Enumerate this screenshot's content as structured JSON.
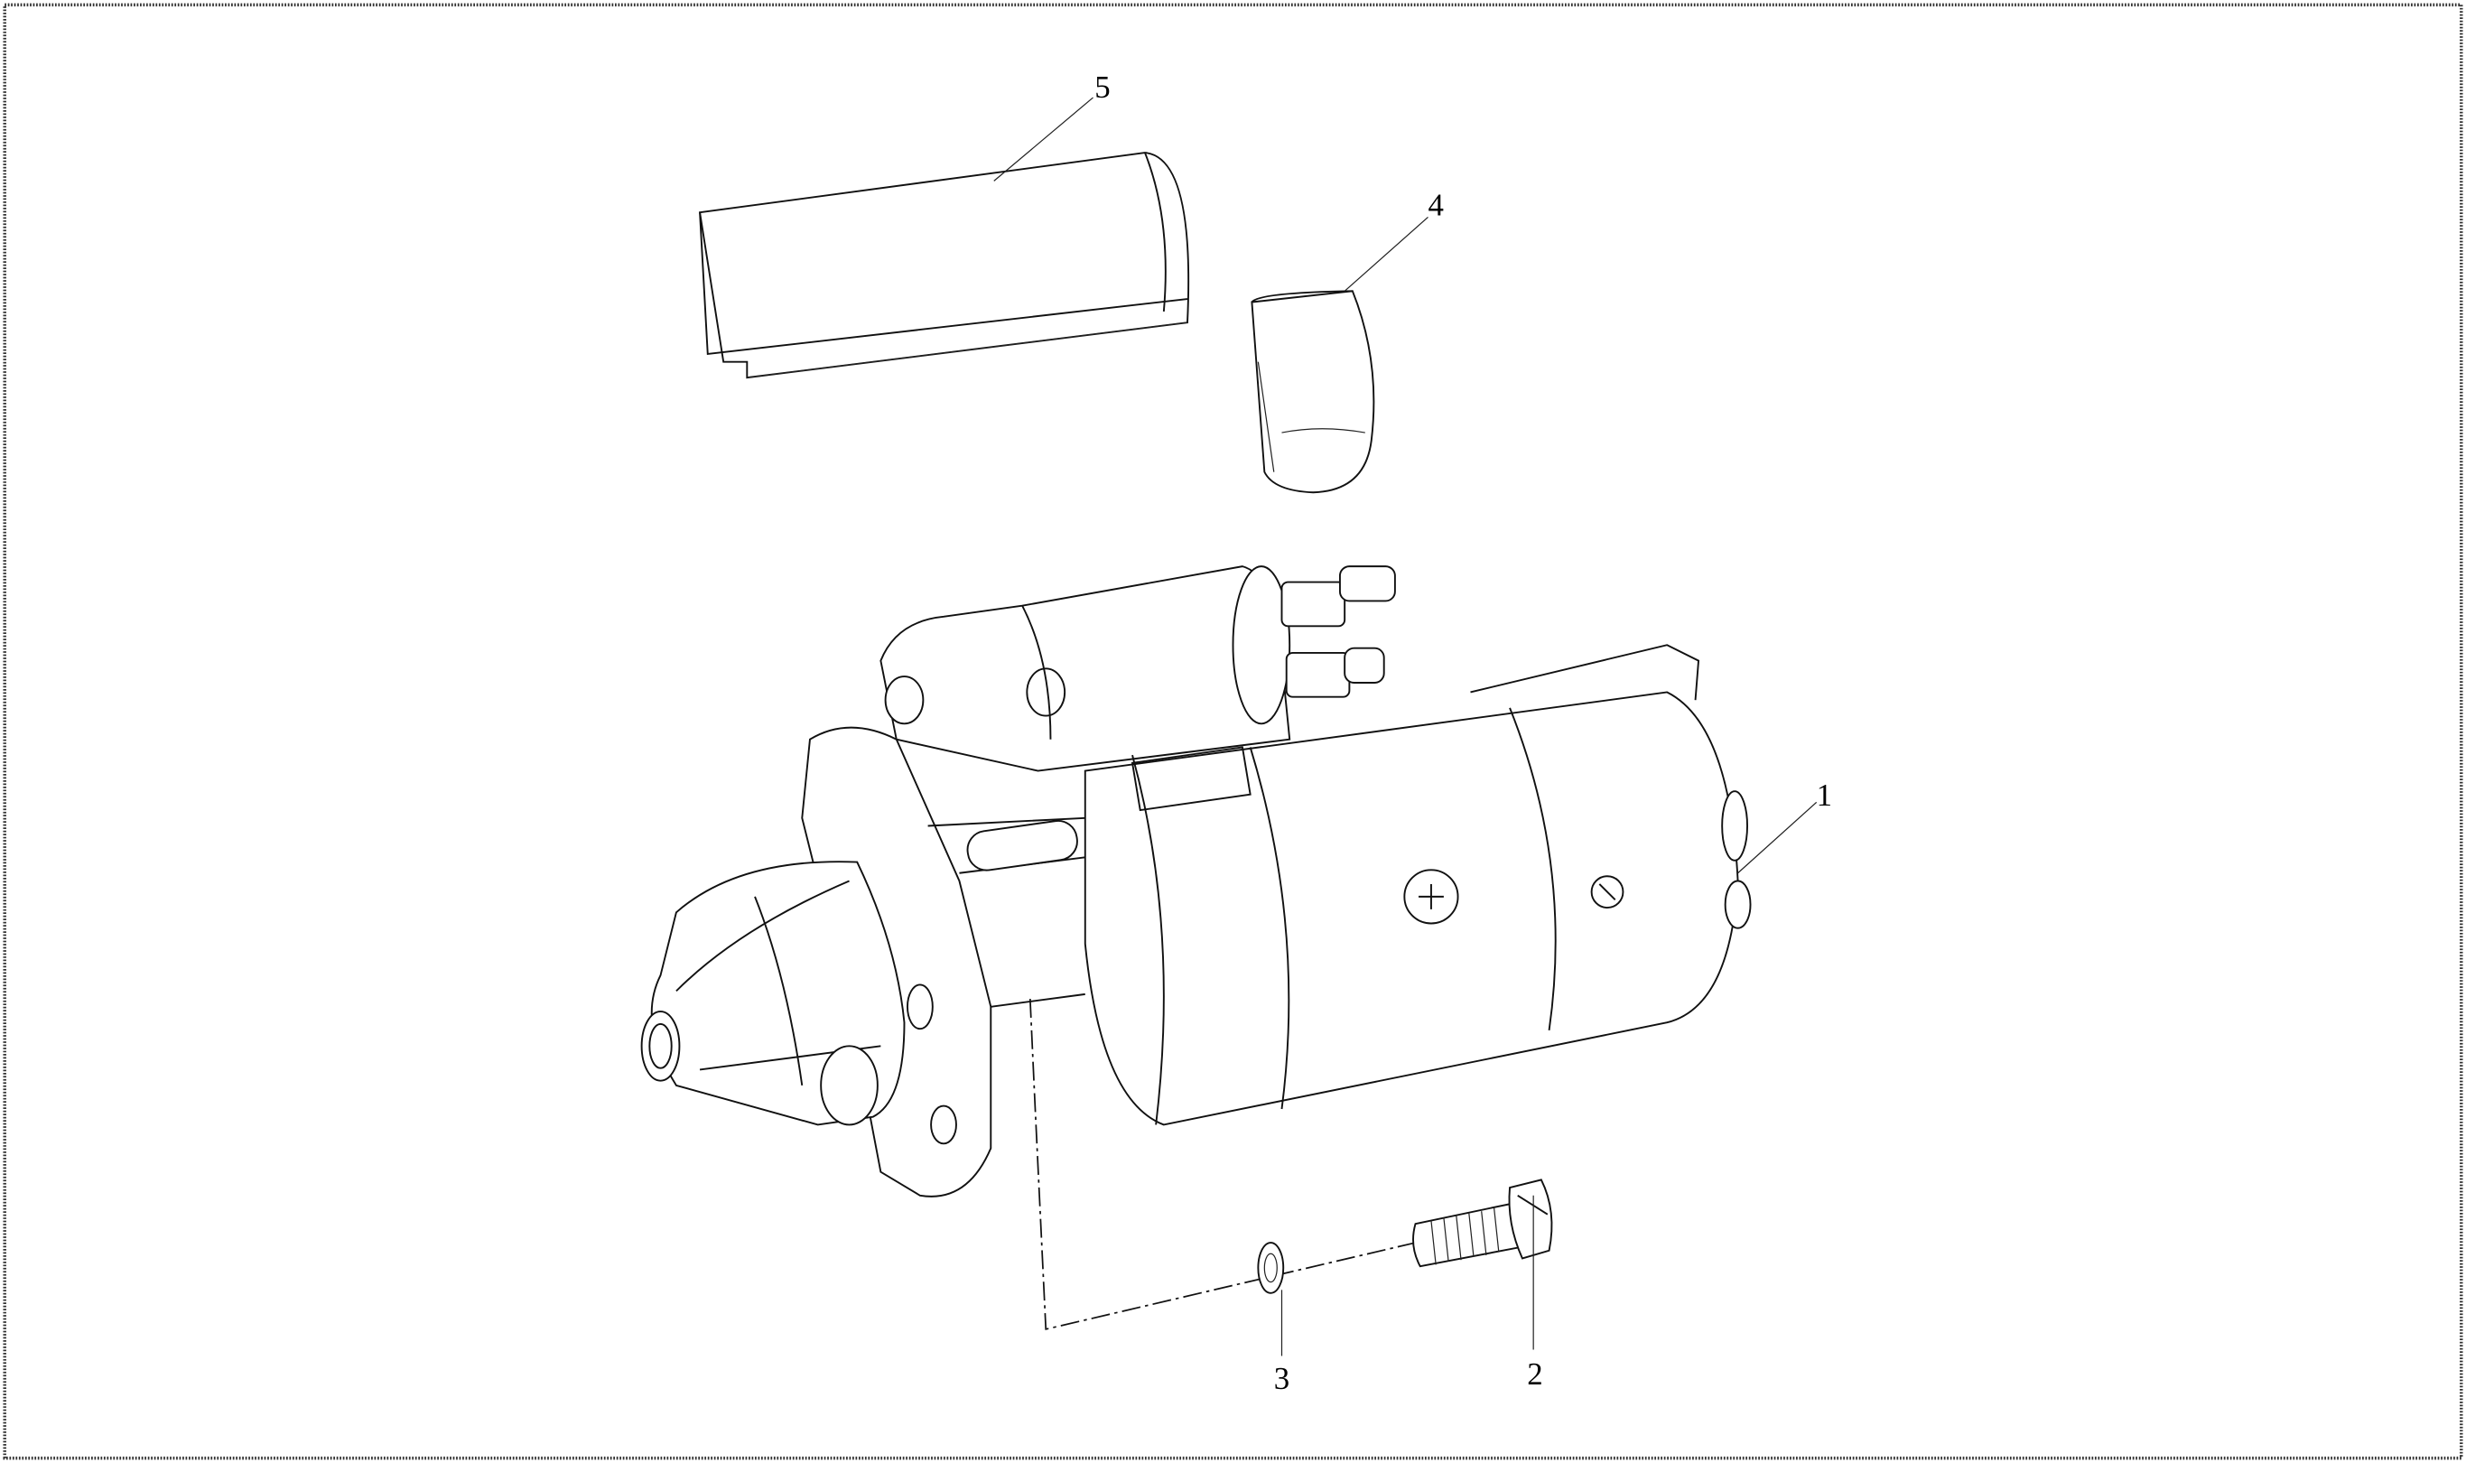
{
  "diagram": {
    "type": "exploded-parts-view",
    "callouts": [
      {
        "id": "1",
        "label": "1"
      },
      {
        "id": "2",
        "label": "2"
      },
      {
        "id": "3",
        "label": "3"
      },
      {
        "id": "4",
        "label": "4"
      },
      {
        "id": "5",
        "label": "5"
      }
    ]
  }
}
